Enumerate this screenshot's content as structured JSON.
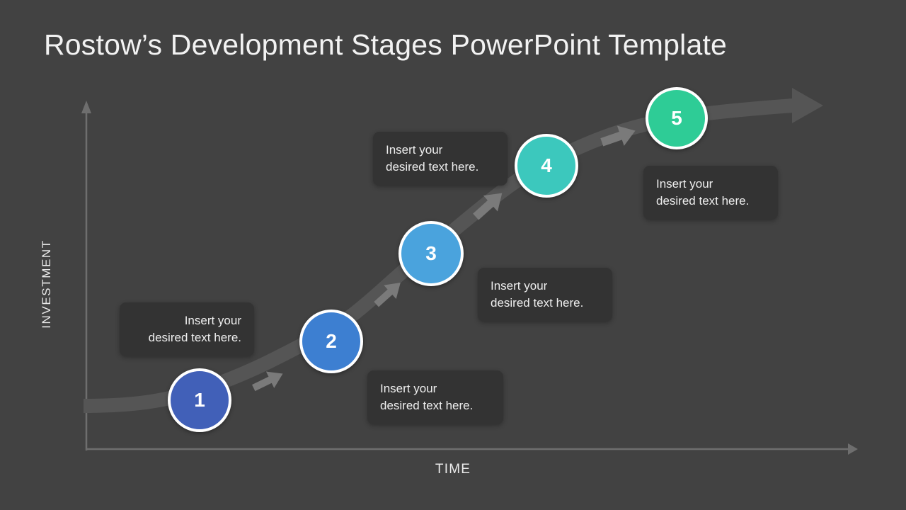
{
  "slide": {
    "title": "Rostow’s Development Stages PowerPoint Template",
    "background_color": "#424242"
  },
  "chart_data": {
    "type": "line",
    "title": "Rostow’s Development Stages PowerPoint Template",
    "xlabel": "TIME",
    "ylabel": "INVESTMENT",
    "grid": false,
    "legend": "none",
    "curve_description": "S-shaped growth curve rising left to right with directional arrowheads",
    "curve_color": "#555555",
    "arrow_marker_color": "#7a7a7a",
    "axis_color": "#6e6e6e",
    "categories": [
      "1",
      "2",
      "3",
      "4",
      "5"
    ],
    "values": [
      1,
      2,
      3,
      4,
      5
    ]
  },
  "axes": {
    "y_label": "INVESTMENT",
    "x_label": "TIME"
  },
  "stages": [
    {
      "number": "1",
      "color": "#4160b8",
      "label_position": "left",
      "text_line1": "Insert your",
      "text_line2": "desired text here."
    },
    {
      "number": "2",
      "color": "#3d7fd1",
      "label_position": "right",
      "text_line1": "Insert your",
      "text_line2": "desired text here."
    },
    {
      "number": "3",
      "color": "#4aa3dd",
      "label_position": "right",
      "text_line1": "Insert your",
      "text_line2": "desired text here."
    },
    {
      "number": "4",
      "color": "#3cc8bd",
      "label_position": "left",
      "text_line1": "Insert your",
      "text_line2": "desired text here."
    },
    {
      "number": "5",
      "color": "#2ecc96",
      "label_position": "right",
      "text_line1": "Insert your",
      "text_line2": "desired text here."
    }
  ],
  "callouts": [
    {
      "line1": "Insert your",
      "line2": "desired text here.",
      "align": "right"
    },
    {
      "line1": "Insert your",
      "line2": "desired text here.",
      "align": "left"
    },
    {
      "line1": "Insert your",
      "line2": "desired text here.",
      "align": "left"
    },
    {
      "line1": "Insert your",
      "line2": "desired text here.",
      "align": "left"
    },
    {
      "line1": "Insert your",
      "line2": "desired text here.",
      "align": "left"
    }
  ]
}
